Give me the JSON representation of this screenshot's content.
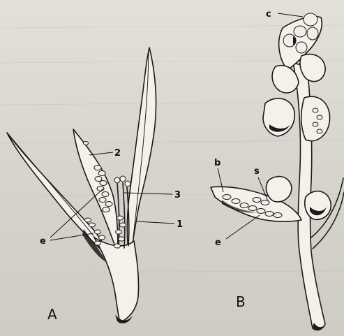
{
  "panels": {
    "A": {
      "label": "A",
      "callouts": [
        "e",
        "2",
        "3",
        "1"
      ]
    },
    "B": {
      "label": "B",
      "callouts": [
        "c",
        "b",
        "s",
        "e"
      ]
    }
  },
  "colors": {
    "ink": "#1a1a1a",
    "paper": "#e3e0d9"
  }
}
